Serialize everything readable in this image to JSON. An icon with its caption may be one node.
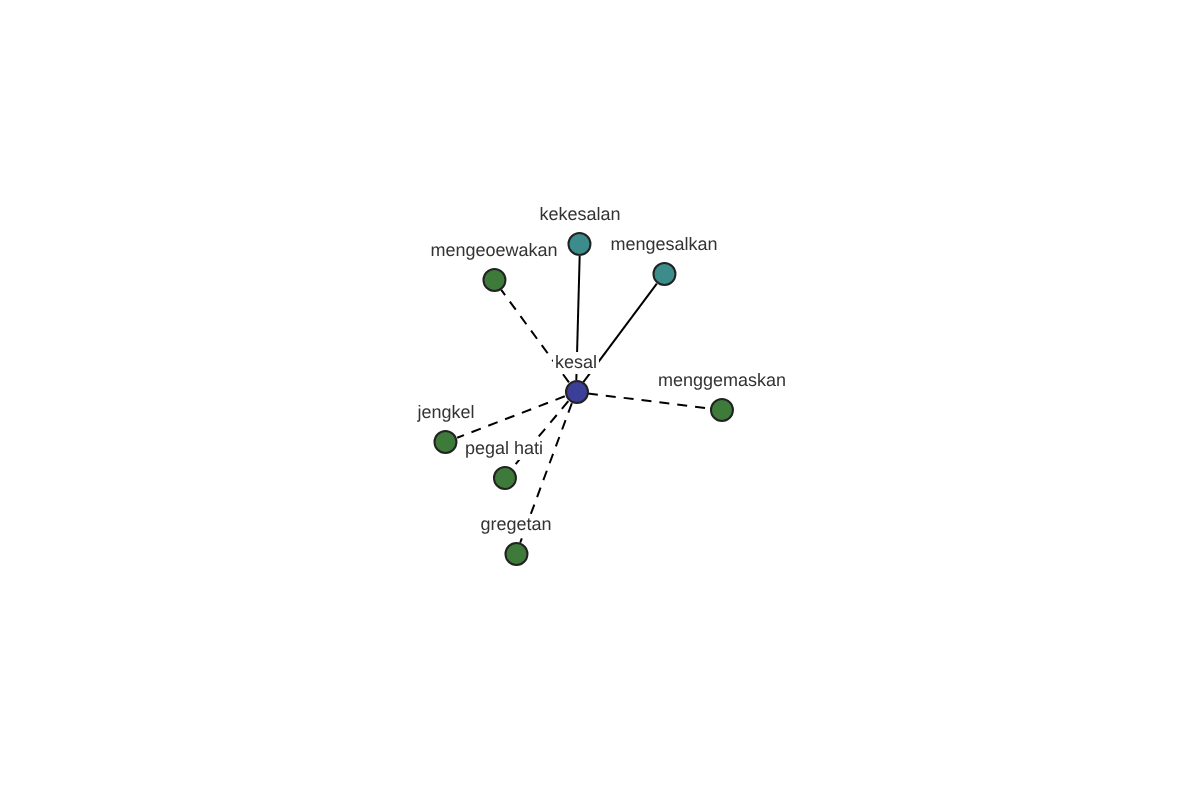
{
  "diagram": {
    "nodes": [
      {
        "text": [
          "kekesalan"
        ]
      },
      {
        "text": [
          "mengeoewakan"
        ]
      },
      {
        "text": [
          "mengesalkan"
        ]
      },
      {
        "text": [
          "kesal"
        ]
      },
      {
        "text": [
          "menggemaskan"
        ]
      },
      {
        "text": [
          "jengkel"
        ]
      },
      {
        "text": [
          "pegal hati"
        ]
      },
      {
        "text": [
          "gregetan"
        ]
      }
    ],
    "edges": [
      {
        "from": 3,
        "to": 0,
        "arrow": "none"
      },
      {
        "from": 3,
        "to": 2,
        "arrow": "none"
      },
      {
        "from": 3,
        "to": 1,
        "arrow": "none",
        "style": "dashed"
      },
      {
        "from": 3,
        "to": 4,
        "arrow": "none",
        "style": "dashed"
      },
      {
        "from": 3,
        "to": 5,
        "arrow": "none",
        "style": "dashed"
      },
      {
        "from": 3,
        "to": 6,
        "arrow": "none",
        "style": "dashed"
      },
      {
        "from": 3,
        "to": 7,
        "arrow": "none",
        "style": "dashed"
      }
    ]
  }
}
